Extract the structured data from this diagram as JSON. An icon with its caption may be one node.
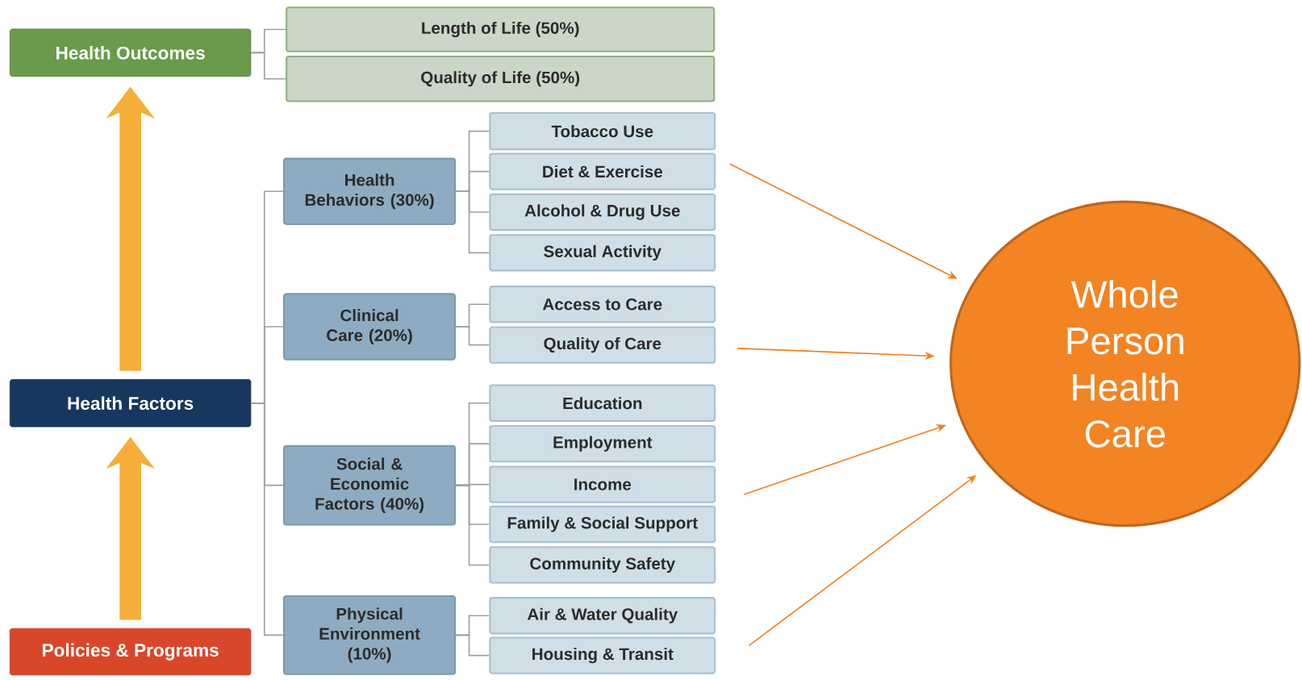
{
  "diagram": {
    "nodes": [
      {
        "text": [
          "Health Outcomes"
        ]
      },
      {
        "text": [
          "Length of Life (50%)"
        ]
      },
      {
        "text": [
          "Quality of Life (50%)"
        ]
      },
      {
        "text": [
          "Health Factors"
        ]
      },
      {
        "text": [
          "Health Behaviors (30%)"
        ]
      },
      {
        "text": [
          "Tobacco Use"
        ]
      },
      {
        "text": [
          "Diet & Exercise"
        ]
      },
      {
        "text": [
          "Alcohol & Drug Use"
        ]
      },
      {
        "text": [
          "Sexual Activity"
        ]
      },
      {
        "text": [
          "Clinical Care (20%)"
        ]
      },
      {
        "text": [
          "Access to Care"
        ]
      },
      {
        "text": [
          "Quality of Care"
        ]
      },
      {
        "text": [
          "Social & Economic Factors (40%)"
        ]
      },
      {
        "text": [
          "Education"
        ]
      },
      {
        "text": [
          "Employment"
        ]
      },
      {
        "text": [
          "Income"
        ]
      },
      {
        "text": [
          "Family & Social Support"
        ]
      },
      {
        "text": [
          "Community Safety"
        ]
      },
      {
        "text": [
          "Physical Environment (10%)"
        ]
      },
      {
        "text": [
          "Air & Water Quality"
        ]
      },
      {
        "text": [
          "Housing & Transit"
        ]
      },
      {
        "text": [
          "Policies & Programs"
        ]
      },
      {
        "text": [
          "Whole Person Health Care"
        ]
      }
    ],
    "edges": [
      {
        "from": 0,
        "to": 1,
        "arrow": "none"
      },
      {
        "from": 0,
        "to": 2,
        "arrow": "none"
      },
      {
        "from": 3,
        "to": 4,
        "arrow": "none"
      },
      {
        "from": 3,
        "to": 9,
        "arrow": "none"
      },
      {
        "from": 3,
        "to": 12,
        "arrow": "none"
      },
      {
        "from": 3,
        "to": 18,
        "arrow": "none"
      },
      {
        "from": 4,
        "to": 5,
        "arrow": "none"
      },
      {
        "from": 4,
        "to": 6,
        "arrow": "none"
      },
      {
        "from": 4,
        "to": 7,
        "arrow": "none"
      },
      {
        "from": 4,
        "to": 8,
        "arrow": "none"
      },
      {
        "from": 9,
        "to": 10,
        "arrow": "none"
      },
      {
        "from": 9,
        "to": 11,
        "arrow": "none"
      },
      {
        "from": 12,
        "to": 13,
        "arrow": "none"
      },
      {
        "from": 12,
        "to": 14,
        "arrow": "none"
      },
      {
        "from": 12,
        "to": 15,
        "arrow": "none"
      },
      {
        "from": 12,
        "to": 16,
        "arrow": "none"
      },
      {
        "from": 12,
        "to": 17,
        "arrow": "none"
      },
      {
        "from": 18,
        "to": 19,
        "arrow": "none"
      },
      {
        "from": 18,
        "to": 20,
        "arrow": "none"
      },
      {
        "from": 21,
        "to": 3,
        "arrow": "to",
        "style": "thick",
        "color": "#f6ae3b"
      },
      {
        "from": 3,
        "to": 0,
        "arrow": "to",
        "style": "thick",
        "color": "#f6ae3b"
      },
      {
        "from": 6,
        "to": 22,
        "arrow": "to",
        "color": "#f08122"
      },
      {
        "from": 11,
        "to": 22,
        "arrow": "to",
        "color": "#f08122"
      },
      {
        "from": 15,
        "to": 22,
        "arrow": "to",
        "color": "#f08122"
      },
      {
        "from": 20,
        "to": 22,
        "arrow": "to",
        "color": "#f08122"
      }
    ]
  }
}
